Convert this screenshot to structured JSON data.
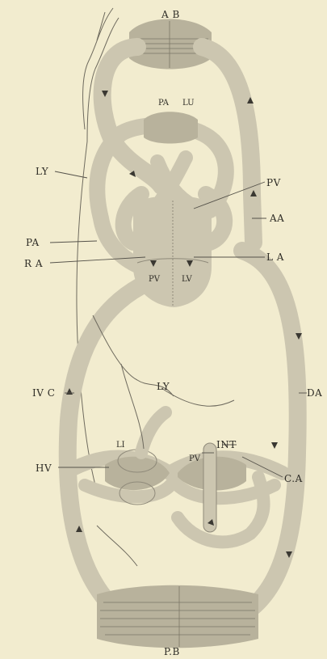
{
  "diagram": {
    "labels": {
      "ab": "A B",
      "pa_top": "PA",
      "lu": "LU",
      "ly_upper": "LY",
      "pv_upper": "PV",
      "aa": "AA",
      "pa": "PA",
      "ra": "R A",
      "la": "L A",
      "rv": "PV",
      "lv": "LV",
      "da": "DA",
      "ivc": "IV C",
      "ly_lower": "LY",
      "li": "LI",
      "pv_lower": "PV",
      "int": "INT",
      "hv": "HV",
      "ca": "C.A",
      "pb": "P.B"
    },
    "colors": {
      "background": "#f2eccf",
      "vessel": "#ccc6b0",
      "ink": "#2e2c26"
    }
  }
}
